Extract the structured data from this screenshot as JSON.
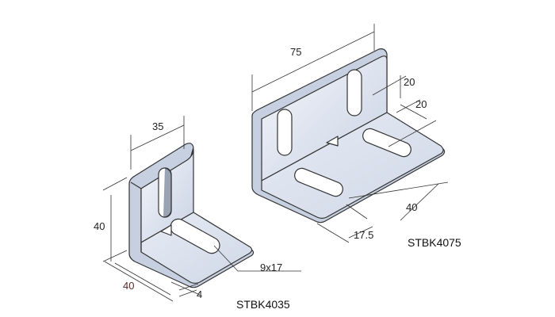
{
  "small_bracket": {
    "model": "STBK4035",
    "dims": {
      "width": "35",
      "height": "40",
      "depth": "40",
      "thickness": "4",
      "slot": "9x17"
    }
  },
  "large_bracket": {
    "model": "STBK4075",
    "dims": {
      "width": "75",
      "slot_height": "20",
      "slot_depth": "20",
      "slot_spacing": "40",
      "offset": "17.5"
    }
  },
  "colors": {
    "plate": "#dde4f0",
    "plate_dark": "#b9c3d6",
    "edge": "#333333",
    "slot": "#9aa3b3"
  }
}
